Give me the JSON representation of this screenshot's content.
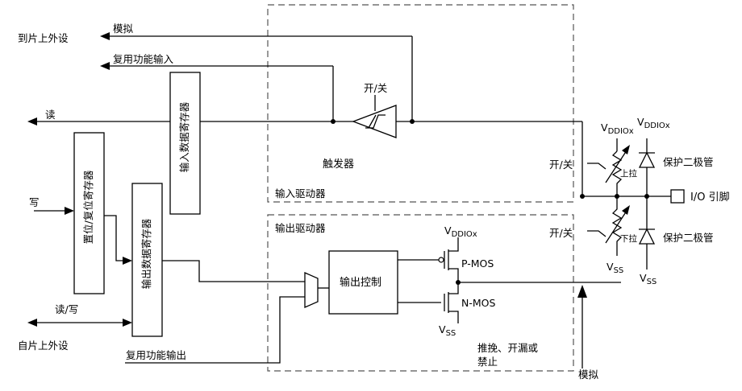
{
  "labels": {
    "to_onchip_peripheral": "到片上外设",
    "analog_top": "模拟",
    "alt_func_input": "复用功能输入",
    "read": "读",
    "input_data_register": "输入数据寄存器",
    "on_off_trigger": "开/关",
    "trigger": "触发器",
    "input_driver": "输入驱动器",
    "on_off_pullup": "开/关",
    "vdd_pullup": "V",
    "vdd_pullup_sub": "DDIOx",
    "vdd_diode": "V",
    "vdd_diode_sub": "DDIOx",
    "pull_up": "上拉",
    "protection_diode_top": "保护二极管",
    "io_pin": "I/O 引脚",
    "write": "写",
    "bit_set_reset_register": "置位/复位寄存器",
    "output_data_register": "输出数据寄存器",
    "output_driver": "输出驱动器",
    "vdd_pmos": "V",
    "vdd_pmos_sub": "DDIOx",
    "on_off_pulldown": "开/关",
    "output_control": "输出控制",
    "pmos": "P-MOS",
    "nmos": "N-MOS",
    "pull_down": "下拉",
    "protection_diode_bottom": "保护二极管",
    "vss_pulldown": "V",
    "vss_pulldown_sub": "SS",
    "vss_diode": "V",
    "vss_diode_sub": "SS",
    "vss_nmos": "V",
    "vss_nmos_sub": "SS",
    "read_write": "读/写",
    "from_onchip_peripheral": "自片上外设",
    "alt_func_output": "复用功能输出",
    "push_pull_open_drain": "推挽、开漏或",
    "disable": "禁止",
    "analog_bottom": "模拟"
  }
}
